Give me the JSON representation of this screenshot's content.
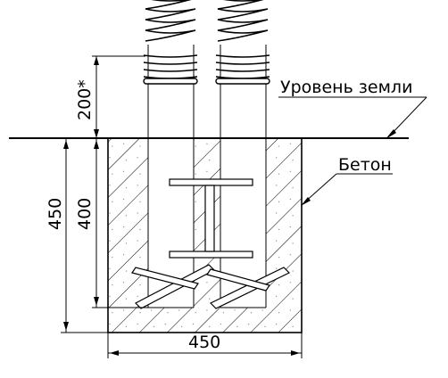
{
  "labels": {
    "ground_level": "Уровень земли",
    "concrete": "Бетон"
  },
  "dimensions": {
    "height_above_ground": "200*",
    "total_depth": "450",
    "post_depth": "400",
    "foundation_width": "450"
  }
}
